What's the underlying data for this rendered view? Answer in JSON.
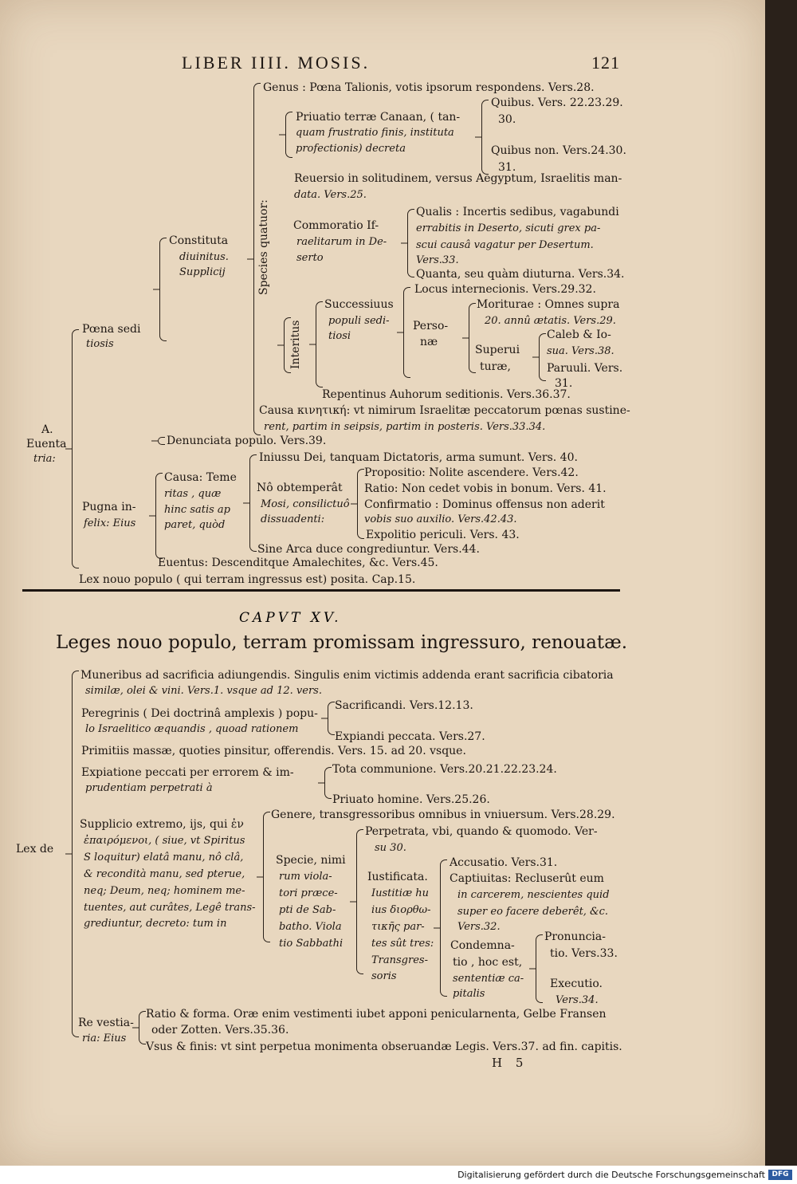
{
  "header": {
    "running_title": "LIBER IIII. MOSIS.",
    "page_number": "121"
  },
  "upper": {
    "genus": "Genus : Pœna Talionis, votis ipsorum respondens. Vers.28.",
    "priuatio_1": "Priuatio terræ Canaan, ( tan-",
    "priuatio_2": "quam frustratio finis, instituta",
    "priuatio_3": "profectionis) decreta",
    "quibus_1": "Quibus. Vers. 22.23.29.",
    "quibus_2": "30.",
    "quibus_non_1": "Quibus non. Vers.24.30.",
    "quibus_non_2": "31.",
    "reuersio_1": "Reuersio in solitudinem, versus Aegyptum, Israelitis man-",
    "reuersio_2": "data. Vers.25.",
    "species": "Species quatuor:",
    "commoratio_1": "Commoratio If-",
    "commoratio_2": "raelitarum in De-",
    "commoratio_3": "serto",
    "qualis_1": "Qualis : Incertis sedibus, vagabundi",
    "qualis_2": "errabitis in Deserto, sicuti grex pa-",
    "qualis_3": "scui causâ vagatur per Desertum.",
    "qualis_4": "Vers.33.",
    "quanta": "Quanta, seu quàm diuturna. Vers.34.",
    "constituta_1": "Constituta",
    "constituta_2": "diuinitus.",
    "constituta_3": "Supplicij",
    "locus": "Locus internecionis. Vers.29.32.",
    "successiuus_1": "Successiuus",
    "successiuus_2": "populi sedi-",
    "successiuus_3": "tiosi",
    "moriturae_1": "Moriturae : Omnes supra",
    "moriturae_2": "20. annû ætatis. Vers.29.",
    "personae_1": "Perso-",
    "personae_2": "næ",
    "poena_1": "Pœna sedi",
    "poena_2": "tiosis",
    "interitus": "Interitus",
    "caleb_1": "Caleb & Io-",
    "caleb_2": "sua. Vers.38.",
    "superui_1": "Superui",
    "superui_2": "turæ,",
    "paruuli_1": "Paruuli. Vers.",
    "paruuli_2": "31.",
    "repentinus": "Repentinus Auhorum seditionis. Vers.36.37.",
    "causa_1": "Causa κινητική: vt nimirum Israelitæ peccatorum pœnas sustine-",
    "causa_2": "rent, partim in seipsis, partim in posteris. Vers.33.34.",
    "eventa_1": "A.",
    "eventa_2": "Euenta",
    "eventa_3": "tria:",
    "denunciata": "Denunciata populo. Vers.39.",
    "iniussu": "Iniussu Dei, tanquam Dictatoris, arma sumunt. Vers. 40.",
    "causa_tem_1": "Causa: Teme",
    "causa_tem_2": "ritas , quæ",
    "causa_tem_3": "hinc satis ap",
    "causa_tem_4": "paret, quòd",
    "propositio": "Propositio: Nolite ascendere. Vers.42.",
    "no_obtemp_1": "Nô obtemperât",
    "no_obtemp_2": "Mosi, consilictuô",
    "no_obtemp_3": "dissuadenti:",
    "ratio": "Ratio: Non cedet vobis in bonum. Vers. 41.",
    "confirmatio_1": "Confirmatio : Dominus offensus non aderit",
    "confirmatio_2": "vobis suo auxilio. Vers.42.43.",
    "pugna_1": "Pugna in-",
    "pugna_2": "felix: Eius",
    "expolitio": "Expolitio periculi. Vers. 43.",
    "sine": "Sine Arca duce congrediuntur. Vers.44.",
    "euentus": "Euentus: Descenditque Amalechites, &c. Vers.45.",
    "lex": "Lex nouo populo ( qui terram ingressus est) posita. Cap.15."
  },
  "chapter": {
    "caput": "CAPVT XV.",
    "title": "Leges nouo populo, terram promissam ingressuro, renouatæ."
  },
  "lower": {
    "muneribus_1": "Muneribus ad sacrificia adiungendis. Singulis enim victimis addenda erant sacrificia cibatoria",
    "muneribus_2": "similæ, olei & vini. Vers.1. vsque ad 12. vers.",
    "peregrinis_1": "Peregrinis ( Dei doctrinâ amplexis ) popu-",
    "peregrinis_2": "lo Israelitico æquandis , quoad rationem",
    "sacrificandi": "Sacrificandi. Vers.12.13.",
    "expiandi": "Expiandi peccata. Vers.27.",
    "primitiis": "Primitiis massæ, quoties pinsitur, offerendis. Vers. 15. ad 20. vsque.",
    "expiatione_1": "Expiatione peccati per errorem & im-",
    "expiatione_2": "prudentiam perpetrati à",
    "tota": "Tota communione. Vers.20.21.22.23.24.",
    "priuato": "Priuato homine. Vers.25.26.",
    "genere": "Genere, transgressoribus omnibus in vniuersum. Vers.28.29.",
    "supplicio_1": "Supplicio extremo, ijs, qui ἐν",
    "supplicio_2": "ἐπαιρόμενοι, ( siue, vt Spiritus",
    "supplicio_3": "S loquitur) elatâ manu, nô clâ,",
    "supplicio_4": "& recondità manu, sed pterue,",
    "supplicio_5": "neq; Deum, neq; hominem me-",
    "supplicio_6": "tuentes, aut curâtes, Legê trans-",
    "supplicio_7": "grediuntur, decreto: tum in",
    "lex_de": "Lex de",
    "perpetrata_1": "Perpetrata, vbi, quando & quomodo. Ver-",
    "perpetrata_2": "su 30.",
    "specie_1": "Specie, nimi",
    "specie_2": "rum viola-",
    "specie_3": "tori præce-",
    "specie_4": "pti de Sab-",
    "specie_5": "batho. Viola",
    "specie_6": "tio Sabbathi",
    "iustificata_1": "Iustificata.",
    "iustificata_2": "Iustitiæ hu",
    "iustificata_3": "ius διορθω-",
    "iustificata_4": "τικῆς par-",
    "iustificata_5": "tes sût tres:",
    "iustificata_6": "Transgres-",
    "iustificata_7": "soris",
    "accusatio": "Accusatio. Vers.31.",
    "captiuitas_1": "Captiuitas: Recluserût eum",
    "captiuitas_2": "in carcerem, nescientes quid",
    "captiuitas_3": "super eo facere deberêt, &c.",
    "captiuitas_4": "Vers.32.",
    "condemnatio_1": "Condemna-",
    "condemnatio_2": "tio , hoc est,",
    "condemnatio_3": "sententiæ ca-",
    "condemnatio_4": "pitalis",
    "pronunciatio_1": "Pronuncia-",
    "pronunciatio_2": "tio. Vers.33.",
    "executio_1": "Executio.",
    "executio_2": "Vers.34.",
    "ratio_forma": "Ratio & forma. Oræ enim vestimenti iubet apponi penicularnenta, Gelbe Fransen",
    "oder": "oder Zotten. Vers.35.36.",
    "re_1": "Re vestia-",
    "re_2": "ria: Eius",
    "vsus": "Vsus & finis: vt sint perpetua monimenta obseruandæ Legis. Vers.37. ad fin. capitis.",
    "signature": "H 5"
  },
  "footer": {
    "digitization": "Digitalisierung gefördert durch die Deutsche Forschungsgemeinschaft",
    "dfg": "DFG"
  }
}
